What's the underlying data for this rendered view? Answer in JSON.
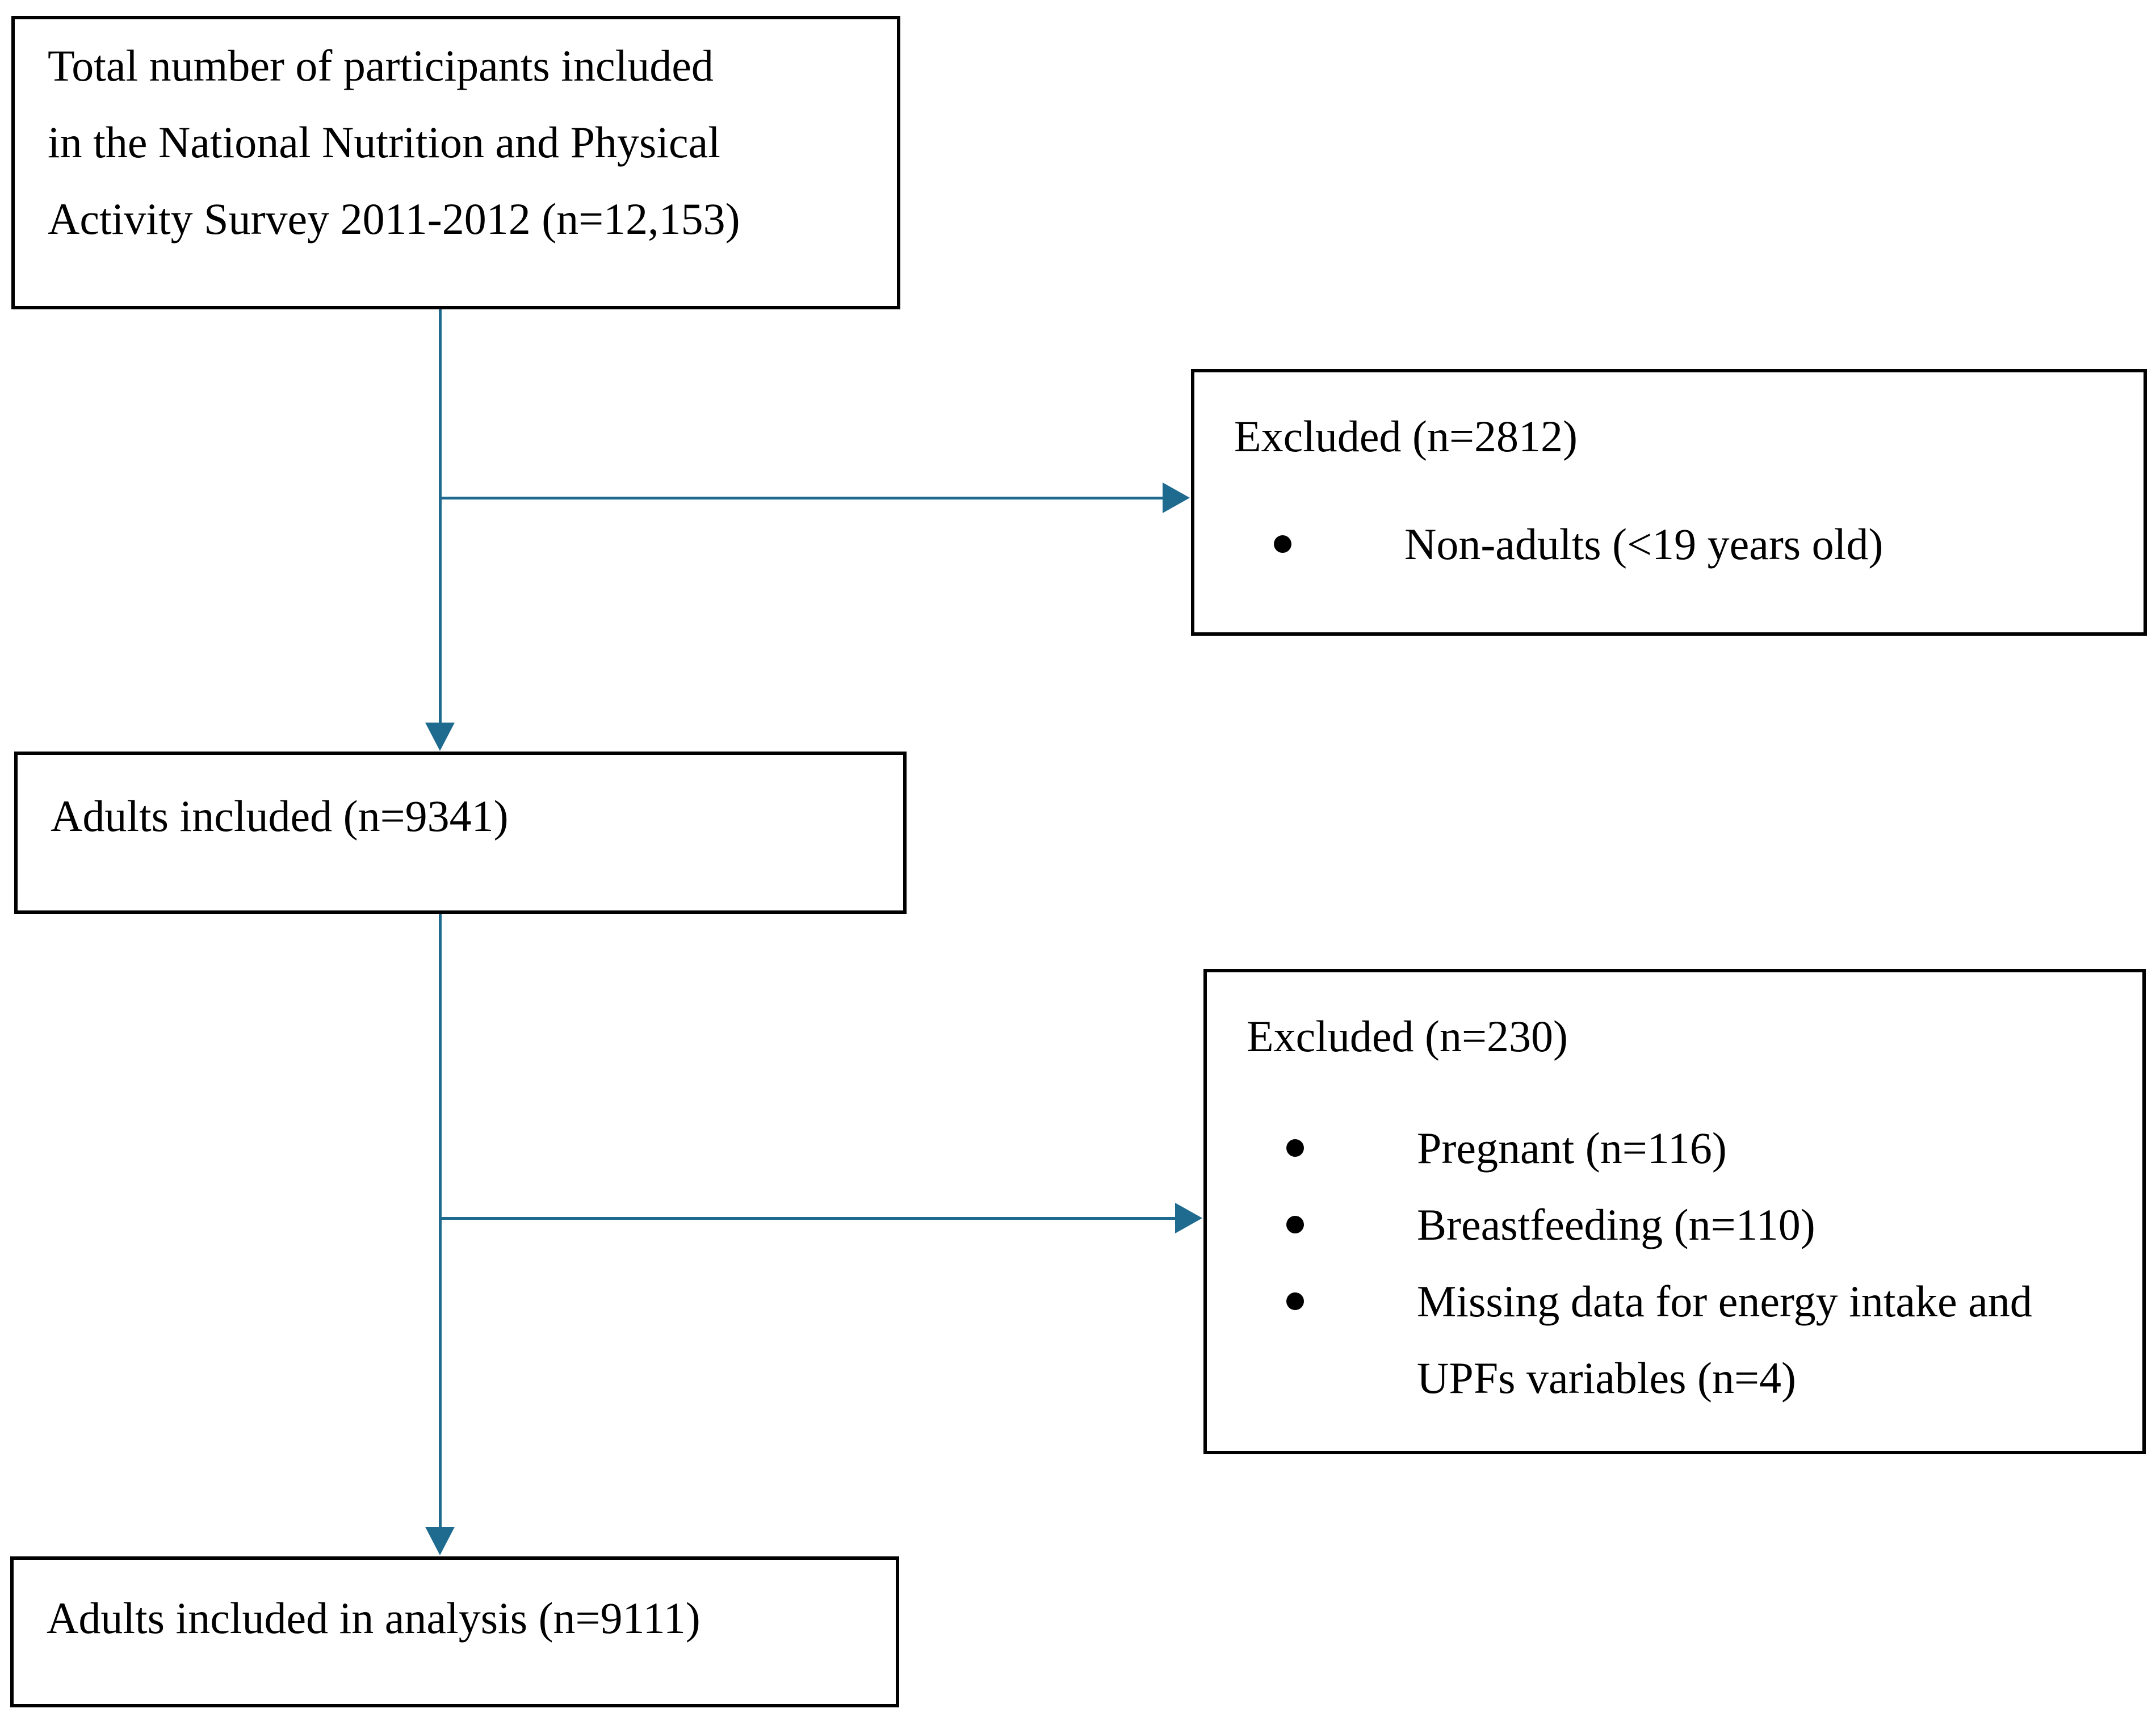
{
  "colors": {
    "arrow": "#1f6b90",
    "border": "#000000",
    "text": "#000000",
    "background": "#ffffff"
  },
  "boxes": {
    "total": {
      "lines": [
        "Total number of participants included",
        "in the National Nutrition and Physical",
        "Activity Survey 2011-2012 (n=12,153)"
      ]
    },
    "excluded_children": {
      "title": "Excluded (n=2812)",
      "rows": [
        {
          "bullet": true,
          "text": "Non-adults (<19 years old)"
        }
      ]
    },
    "adults": {
      "text": "Adults included (n=9341)"
    },
    "excluded_analysis": {
      "title": "Excluded (n=230)",
      "rows": [
        {
          "bullet": true,
          "text": "Pregnant (n=116)"
        },
        {
          "bullet": true,
          "text": "Breastfeeding (n=110)"
        },
        {
          "bullet": true,
          "text": "Missing data for energy intake and"
        },
        {
          "bullet": false,
          "text": "UPFs variables (n=4)"
        }
      ]
    },
    "analysis": {
      "text": "Adults included in analysis (n=9111)"
    }
  }
}
